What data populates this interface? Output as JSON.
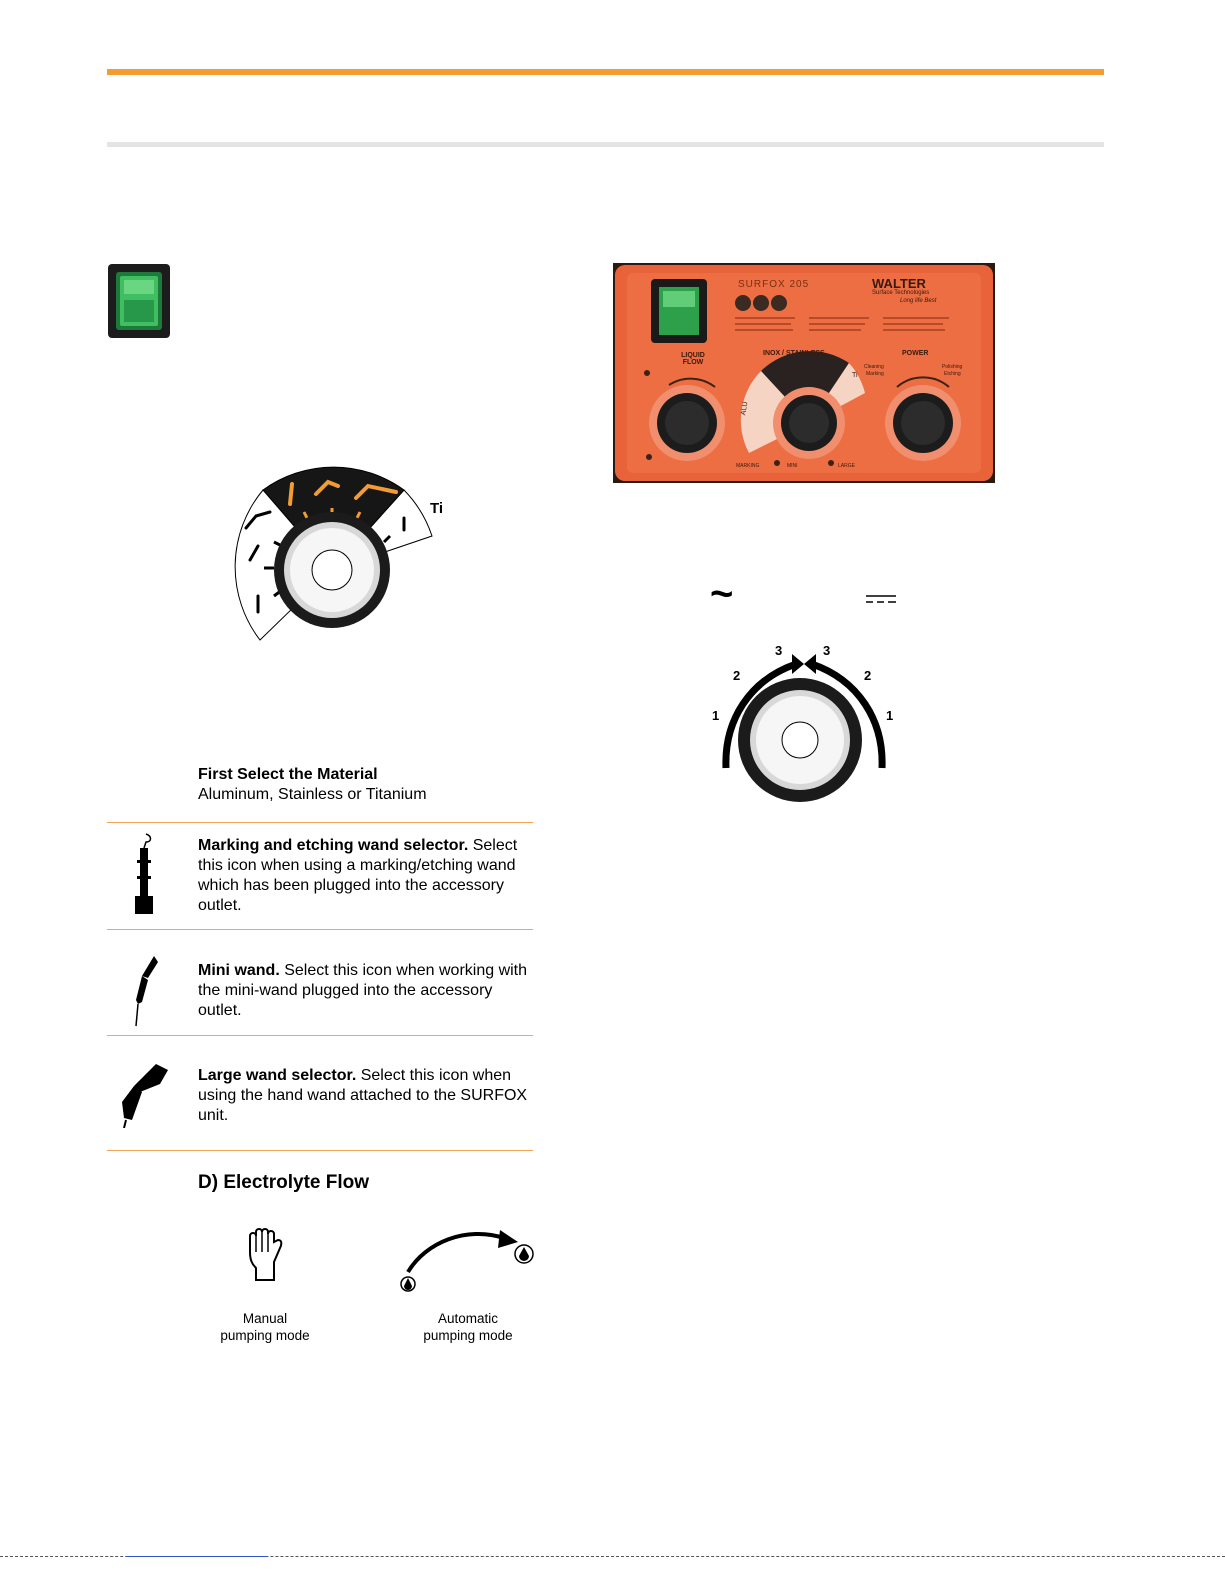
{
  "material_section": {
    "title": "First Select the Material",
    "subtitle": "Aluminum, Stainless or Titanium",
    "dial_label": "Ti"
  },
  "wands": [
    {
      "title": "Marking and etching wand selector.",
      "text": "Select this icon when using a marking/etching wand which has been plugged into the accessory outlet."
    },
    {
      "title": "Mini wand.",
      "text": "Select this icon when working with the mini-wand plugged into the accessory outlet."
    },
    {
      "title": "Large wand selector.",
      "text": "Select this icon when using the hand wand attached to the SURFOX unit."
    }
  ],
  "electrolyte": {
    "heading": "D) Electrolyte Flow",
    "manual_line1": "Manual",
    "manual_line2": "pumping mode",
    "auto_line1": "Automatic",
    "auto_line2": "pumping mode"
  },
  "panel": {
    "model": "SURFOX 205",
    "brand": "WALTER",
    "brand_sub": "Surface Technologies",
    "brand_tag": "Long life Best",
    "label_liquid": "LIQUID",
    "label_flow": "FLOW",
    "label_inox": "INOX / STAINLESS",
    "label_power": "POWER",
    "label_cleaning": "Cleaning",
    "label_marking": "Marking",
    "label_polishing": "Polishing",
    "label_etching": "Etching",
    "label_alu": "ALU",
    "label_ti": "Ti",
    "bottom_marking": "MARKING",
    "bottom_mini": "MINI",
    "bottom_large": "LARGE"
  },
  "power_dial": {
    "ac_symbol": "~",
    "dc_symbol": "⎓",
    "left_numbers": [
      "1",
      "2",
      "3"
    ],
    "right_numbers": [
      "1",
      "2",
      "3"
    ]
  },
  "colors": {
    "accent": "#f39c32",
    "panel_orange": "#e8623a",
    "switch_green": "#2e9f4a"
  }
}
